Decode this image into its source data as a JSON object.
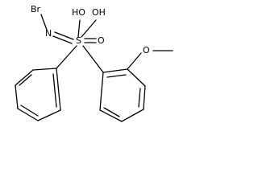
{
  "molecule": {
    "atoms": {
      "br": "Br",
      "n": "N",
      "s": "S",
      "o": "O",
      "oh_left": "HO",
      "oh_right": "OH",
      "methoxy_o": "O"
    }
  }
}
